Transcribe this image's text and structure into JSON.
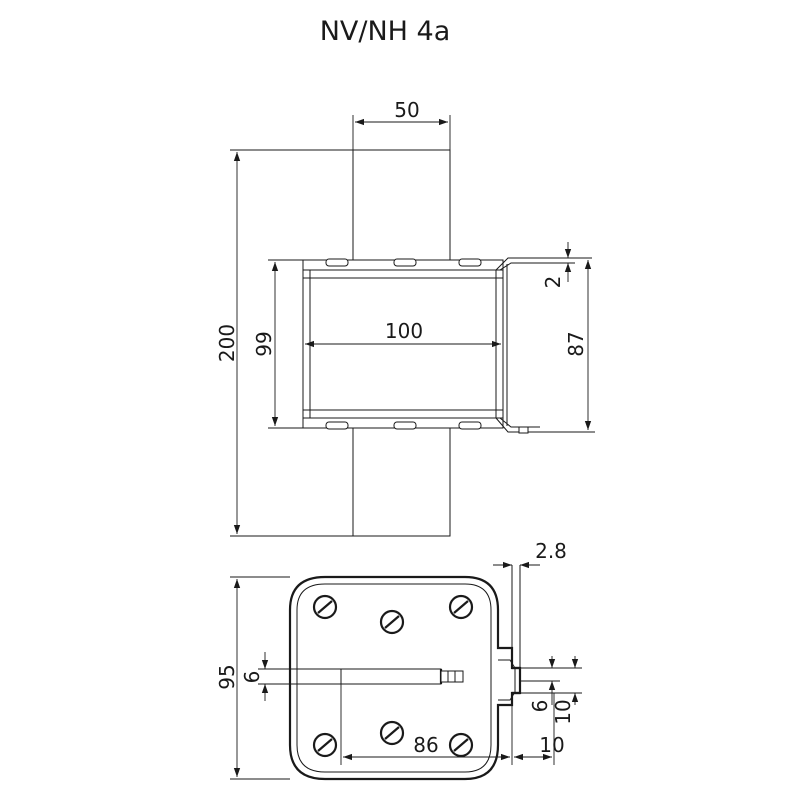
{
  "title": "NV/NH 4a",
  "dimensions": {
    "top_width": "50",
    "total_height": "200",
    "body_height": "99",
    "body_width": "100",
    "contact_thickness": "2",
    "clip_height": "87",
    "side_height": "95",
    "slot_height": "6",
    "tab_offset": "2.8",
    "length_86": "86",
    "length_10": "10",
    "tab_6": "6",
    "tab_10": "10"
  }
}
